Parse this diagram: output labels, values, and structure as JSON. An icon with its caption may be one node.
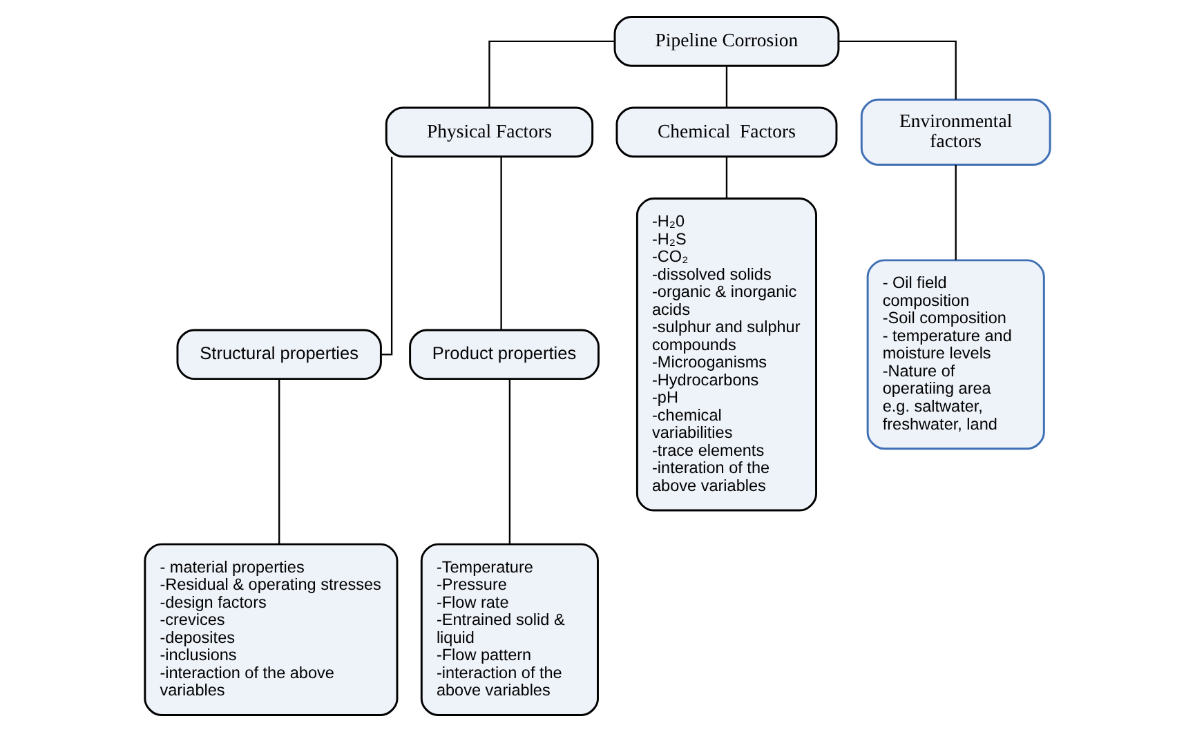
{
  "diagram": {
    "nodes": [
      {
        "text": [
          "Pipeline Corrosion"
        ]
      },
      {
        "text": [
          "Physical Factors"
        ]
      },
      {
        "text": [
          "Chemical  Factors"
        ]
      },
      {
        "text": [
          "Environmental factors"
        ]
      },
      {
        "text": [
          "Structural properties"
        ]
      },
      {
        "text": [
          "Product properties"
        ]
      },
      {
        "text": [
          "- material properties",
          "-Residual & operating stresses",
          "-design factors",
          "-crevices",
          "-deposites",
          "-inclusions",
          "-interaction of the above variables"
        ]
      },
      {
        "text": [
          "-Temperature",
          "-Pressure",
          "-Flow rate",
          "-Entrained solid & liquid",
          "-Flow pattern",
          "-interaction of the above variables"
        ]
      },
      {
        "text": [
          "-H₂0",
          "-H₂S",
          "-CO₂",
          "-dissolved solids",
          "-organic & inorganic acids",
          "-sulphur and sulphur compounds",
          "-Microoganisms",
          "-Hydrocarbons",
          "-pH",
          "-chemical variabilities",
          "-trace elements",
          "-interation of the above variables"
        ]
      },
      {
        "text": [
          "- Oil field composition",
          "-Soil composition",
          "- temperature and moisture levels",
          "-Nature of operatiing area e.g. saltwater, freshwater, land"
        ]
      }
    ],
    "edges": [
      {
        "from": 0,
        "to": 1,
        "arrow": "none"
      },
      {
        "from": 0,
        "to": 2,
        "arrow": "none"
      },
      {
        "from": 0,
        "to": 3,
        "arrow": "none"
      },
      {
        "from": 1,
        "to": 4,
        "arrow": "none"
      },
      {
        "from": 1,
        "to": 5,
        "arrow": "none"
      },
      {
        "from": 4,
        "to": 6,
        "arrow": "none"
      },
      {
        "from": 5,
        "to": 7,
        "arrow": "none"
      },
      {
        "from": 2,
        "to": 8,
        "arrow": "none"
      },
      {
        "from": 3,
        "to": 9,
        "arrow": "none"
      }
    ]
  }
}
